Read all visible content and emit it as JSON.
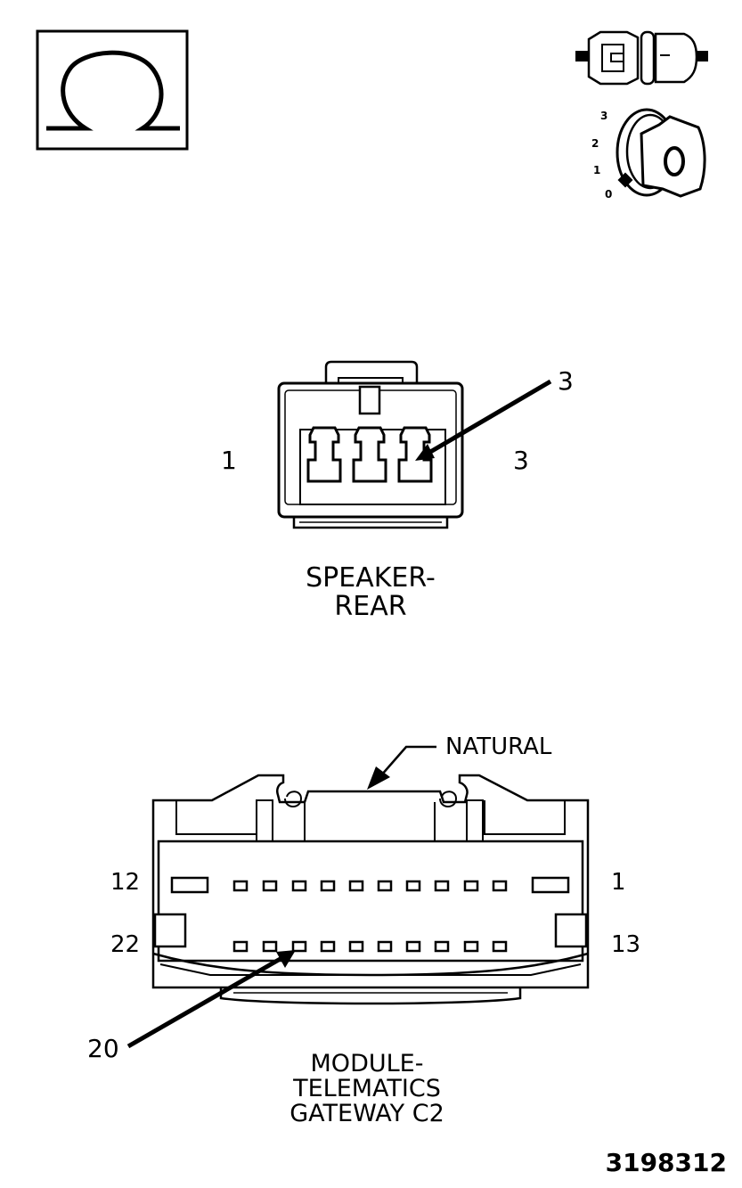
{
  "icons": {
    "ohm_symbol": "Ω",
    "connector_icon": "connector-unplugged-icon",
    "ignition_icon": "ignition-key-icon",
    "ignition_positions": [
      "3",
      "2",
      "1",
      "0"
    ],
    "ignition_key_position": "0"
  },
  "speaker_connector": {
    "title_line1": "SPEAKER-",
    "title_line2": "REAR",
    "pin_left": "1",
    "pin_right": "3",
    "callout": "3"
  },
  "telematics_connector": {
    "title_line1": "MODULE-",
    "title_line2": "TELEMATICS",
    "title_line3": "GATEWAY C2",
    "color_label": "NATURAL",
    "pin_top_left": "12",
    "pin_top_right": "1",
    "pin_bottom_left": "22",
    "pin_bottom_right": "13",
    "callout": "20"
  },
  "figure_number": "3198312"
}
